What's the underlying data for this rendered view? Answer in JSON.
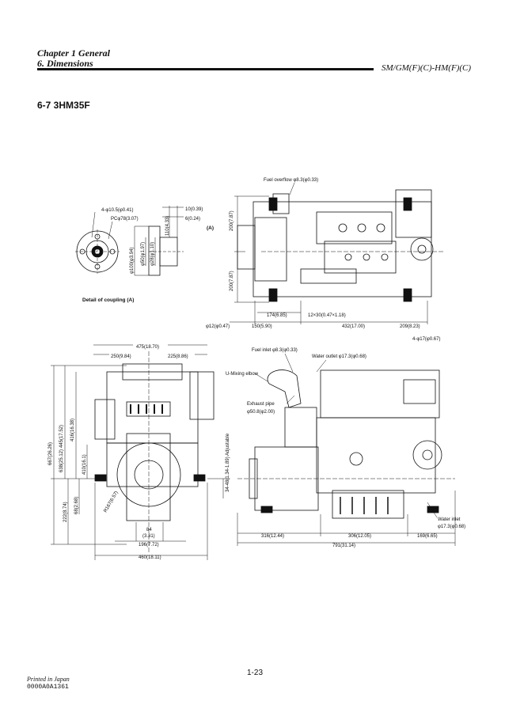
{
  "header": {
    "chapter": "Chapter 1 General",
    "section": "6. Dimensions",
    "models": "SM/GM(F)(C)-HM(F)(C)"
  },
  "title": "6-7 3HM35F",
  "coupling": {
    "caption": "Detail of coupling (A)",
    "holes": "4-φ10.5(φ0.41)",
    "pcd": "PCφ78(3.07)",
    "dim_10": "10(0.39)",
    "dim_6": "6(0.24)",
    "dim_110": "110(4.33)",
    "dim_50": "φ50(φ1.97)",
    "dim_28": "φ28(φ1.10)",
    "dim_100": "φ100(φ3.94)"
  },
  "top_view": {
    "fuel_overflow": "Fuel overflow φ8.3(φ0.33)",
    "marker_a": "(A)",
    "dim_200_top": "200(7.87)",
    "dim_200_bot": "200(7.87)",
    "dim_174": "174(6.85)",
    "dim_slot": "12×30(0.47×1.18)",
    "dim_hole12": "φ12(φ0.47)",
    "dim_150": "150(5.90)",
    "dim_432": "432(17.00)",
    "dim_209": "209(8.23)",
    "dim_hole17": "4-φ17(φ0.67)"
  },
  "front_view": {
    "dim_475": "475(18.70)",
    "dim_250": "250(9.84)",
    "dim_225": "225(8.86)",
    "dim_667": "667(26.26)",
    "dim_445": "445(17.52)",
    "dim_638": "638(25.12)",
    "dim_416": "416(16.38)",
    "dim_410": "410(16.1)",
    "dim_222": "222(8.74)",
    "dim_68": "68(2.68)",
    "dim_r167": "R167(6.57)",
    "dim_84": "84",
    "dim_84b": "(3.31)",
    "dim_196": "196(7.72)",
    "dim_460": "460(18.11)",
    "dim_adj": "34-48(1.34-1.89) Adjustable"
  },
  "side_view": {
    "fuel_inlet": "Fuel inlet φ8.3(φ0.33)",
    "water_outlet": "Water outlet φ17.3(φ0.68)",
    "u_mixing": "U-Mixing elbow",
    "exhaust_pipe": "Exhaust pipe",
    "exhaust_dim": "φ50.8(φ2.00)",
    "water_inlet": "Water inlet",
    "water_inlet_dim": "φ17.3(φ0.68)",
    "dim_316": "316(12.44)",
    "dim_306": "306(12.05)",
    "dim_169": "169(6.65)",
    "dim_791": "791(31.14)"
  },
  "footer": {
    "printed": "Printed in Japan",
    "code": "0000A0A1361",
    "page": "1-23"
  }
}
